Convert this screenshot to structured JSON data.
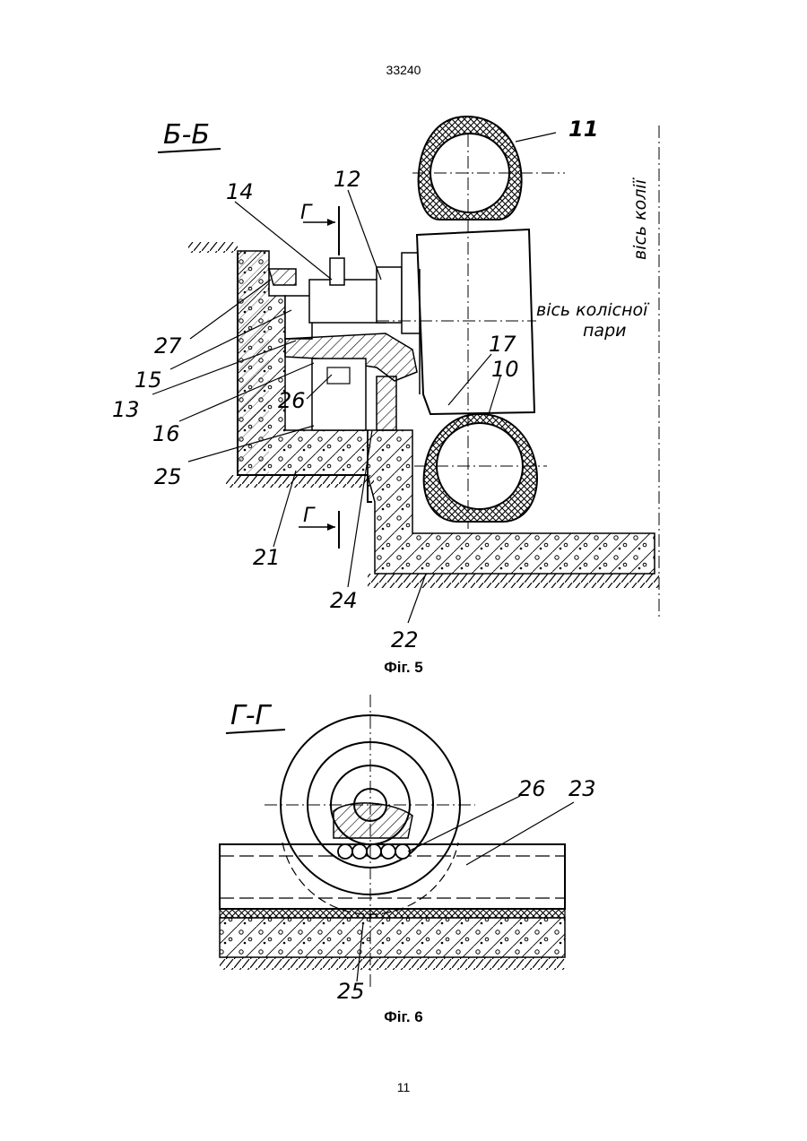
{
  "header": {
    "doc_number": "33240"
  },
  "footer": {
    "page_number": "11"
  },
  "fig5": {
    "section_label": "Б-Б",
    "cut_label": "Г",
    "caption": "Фіг. 5",
    "axis_wheelset": "вісь колісної",
    "axis_wheelset_2": "пари",
    "axis_track": "вісь колії",
    "callouts": [
      "11",
      "12",
      "14",
      "27",
      "15",
      "13",
      "16",
      "26",
      "25",
      "17",
      "10",
      "21",
      "24",
      "22"
    ]
  },
  "fig6": {
    "section_label": "Г-Г",
    "caption": "Фіг. 6",
    "callouts": [
      "26",
      "23",
      "25"
    ]
  }
}
